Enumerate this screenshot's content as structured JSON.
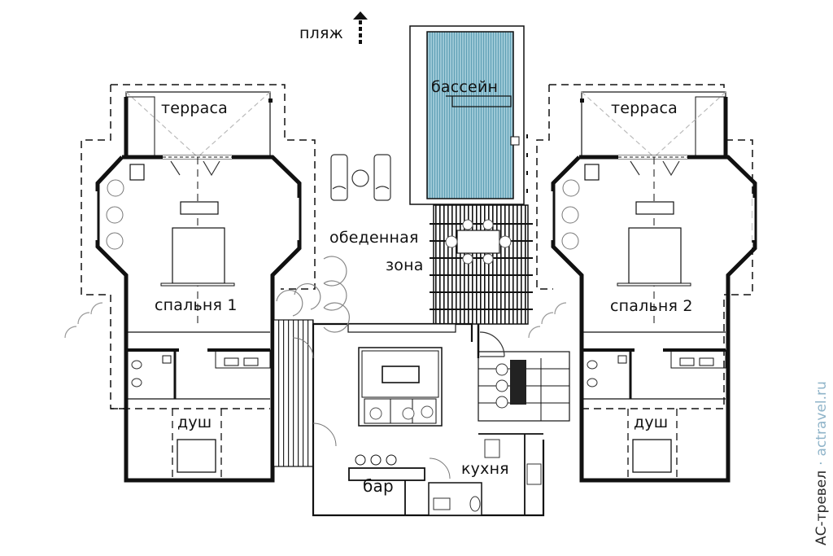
{
  "plan": {
    "title": "",
    "labels": {
      "beach": "пляж",
      "pool": "бассейн",
      "terrace_left": "терраса",
      "terrace_right": "терраса",
      "bedroom_1": "спальня 1",
      "bedroom_2": "спальня 2",
      "dining_line1": "обеденная",
      "dining_line2": "зона",
      "shower_left": "душ",
      "shower_right": "душ",
      "kitchen": "кухня",
      "bar": "бар"
    },
    "icons": {
      "beach_arrow": "arrow-up-icon"
    },
    "colors": {
      "pool_water": "#7fb6c8",
      "wall": "#111111",
      "watermark_accent": "#8fb4c9"
    }
  },
  "watermark": {
    "brand": "АС-тревел",
    "separator": "·",
    "site": "actravel.ru"
  }
}
